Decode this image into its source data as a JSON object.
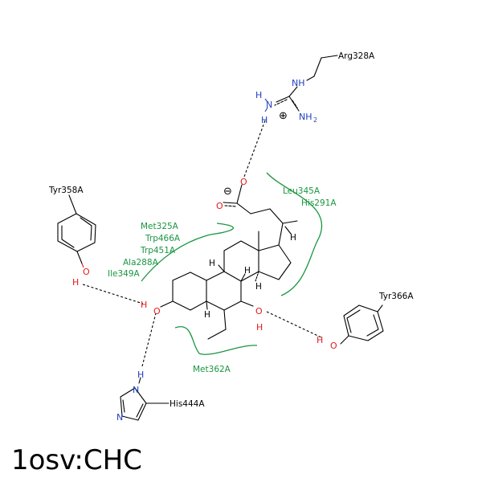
{
  "title": "1osv:CHC",
  "residues": {
    "arg": "Arg328A",
    "tyr358": "Tyr358A",
    "tyr366": "Tyr366A",
    "his444": "His444A",
    "met362": "Met362A",
    "leu345": "Leu345A",
    "his291": "His291A",
    "met325": "Met325A",
    "trp466": "Trp466A",
    "trp451": "Trp451A",
    "ala288": "Ala288A",
    "ile349": "Ile349A"
  },
  "atoms": {
    "nh_top": "NH",
    "h_n": "H",
    "n_mid": "N",
    "h_n2": "H",
    "nh2": "NH",
    "nh2_sub": "2",
    "plus": "⊕",
    "minus": "⊖",
    "o_carb1": "O",
    "o_carb2": "O",
    "o_tyr358": "O",
    "h_tyr358": "H",
    "o_c3": "O",
    "h_c3": "H",
    "o_c7": "O",
    "h_c7": "H",
    "o_tyr366": "O",
    "h_tyr366": "H",
    "n_his1": "N",
    "h_his": "H",
    "n_his2": "N",
    "h_c20": "H",
    "h_c14": "H",
    "h_c8": "H",
    "h_c9": "H",
    "h_c5": "H"
  },
  "colors": {
    "hydrophobic_arc": "#1a9641",
    "oxygen": "#e41a1c",
    "nitrogen": "#1f3fbf"
  }
}
